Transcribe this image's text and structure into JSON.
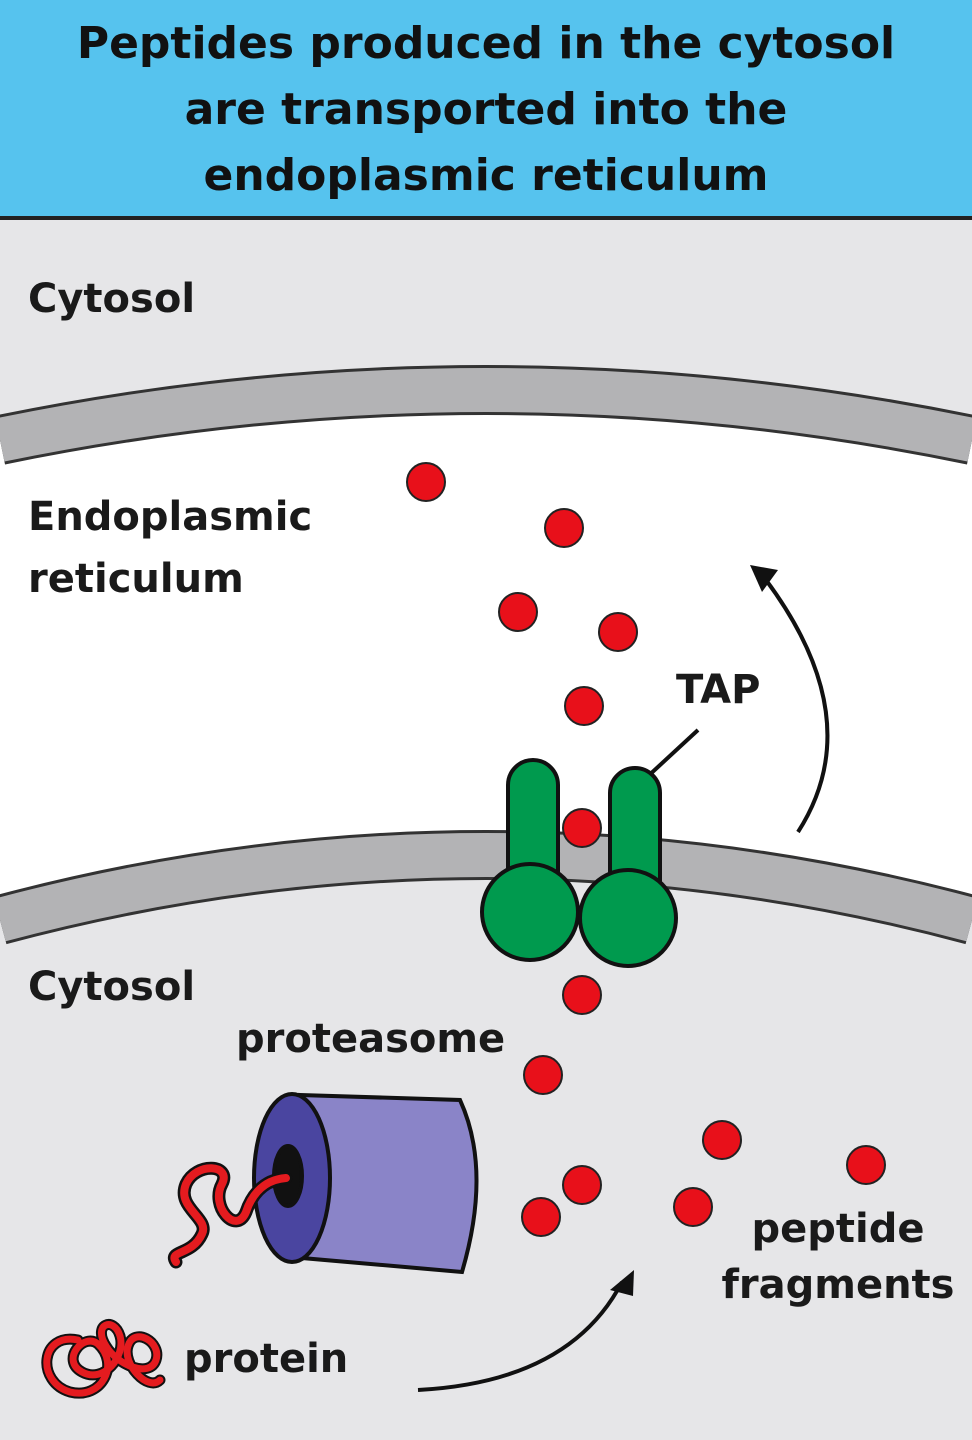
{
  "title": {
    "lines": [
      "Peptides produced in the cytosol",
      "are transported into the",
      "endoplasmic reticulum"
    ]
  },
  "labels": {
    "cytosol_top": "Cytosol",
    "er_line1": "Endoplasmic",
    "er_line2": "reticulum",
    "tap": "TAP",
    "cytosol_bottom": "Cytosol",
    "proteasome": "proteasome",
    "protein": "protein",
    "peptide_line1": "peptide",
    "peptide_line2": "fragments"
  },
  "colors": {
    "header_bg": "#56c3ee",
    "cytosol_bg": "#e6e6e8",
    "er_lumen": "#ffffff",
    "membrane": "#b3b3b5",
    "tap": "#009a4e",
    "proteasome_body": "#8a84c8",
    "proteasome_face": "#4a45a0",
    "peptide": "#e8101a",
    "protein": "#e41b1f"
  }
}
